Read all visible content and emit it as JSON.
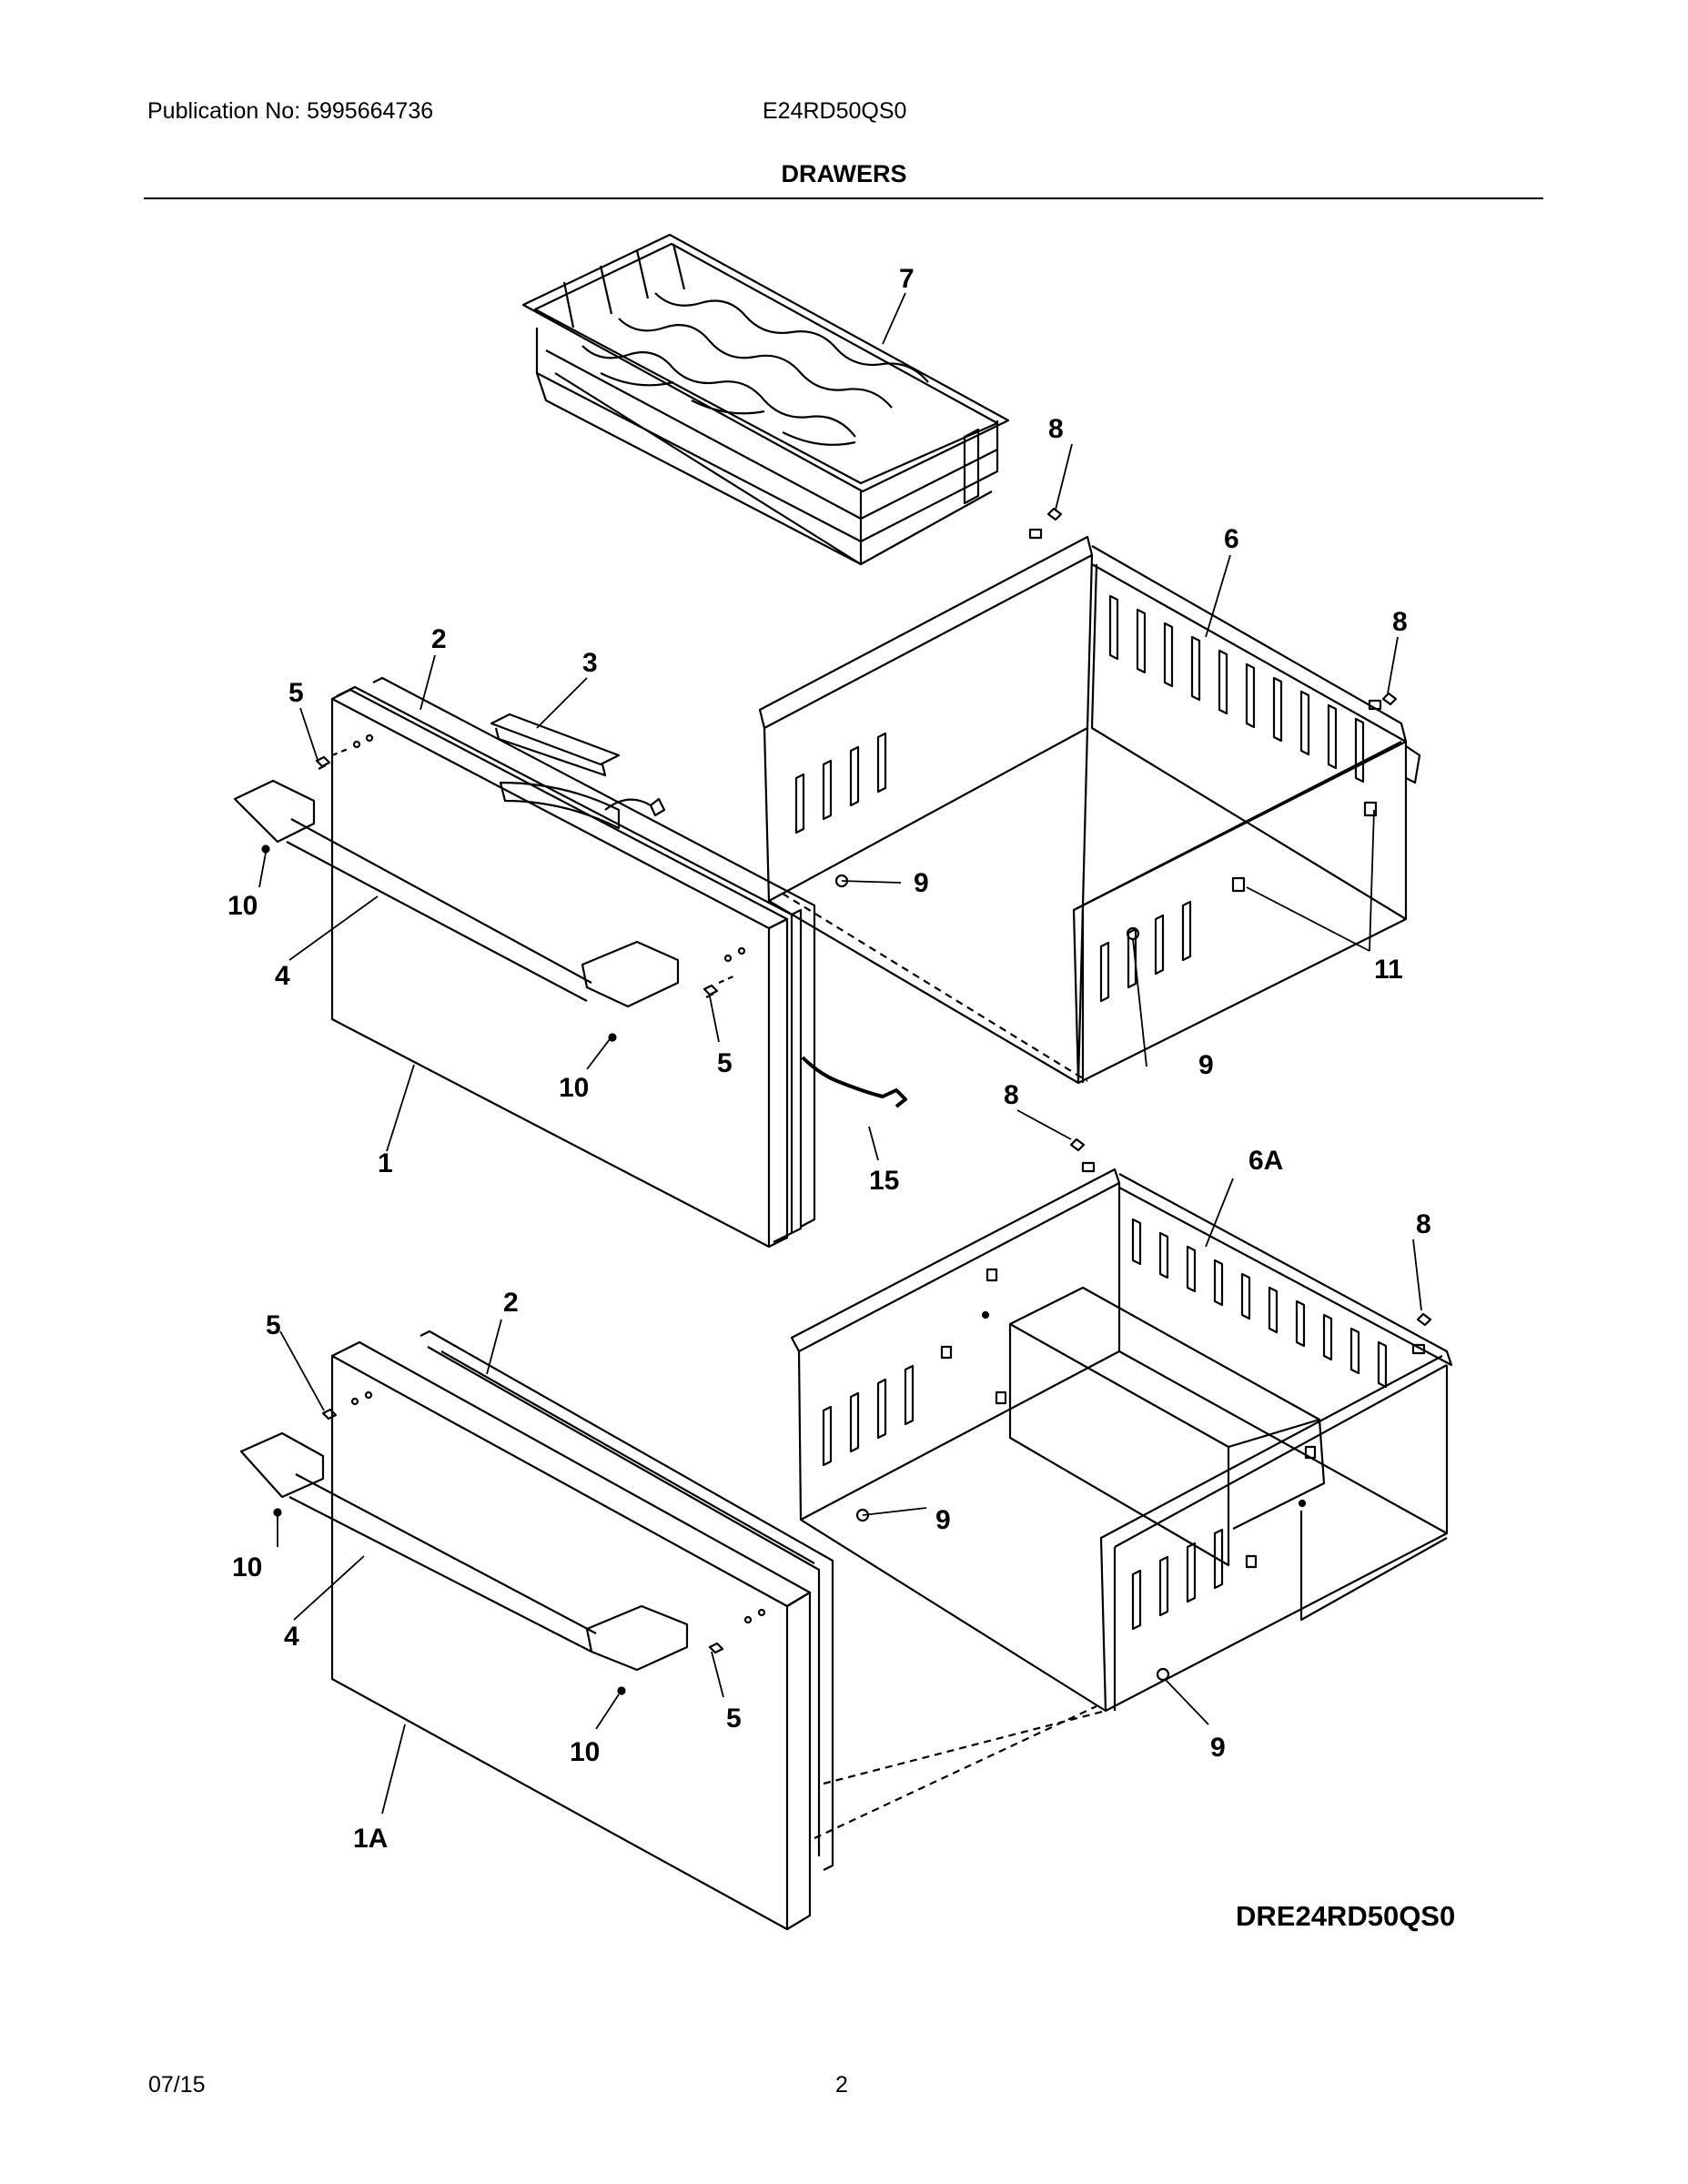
{
  "header": {
    "publication": "Publication No: 5995664736",
    "model": "E24RD50QS0",
    "title": "DRAWERS"
  },
  "diagram_id": "DRE24RD50QS0",
  "footer": {
    "date": "07/15",
    "page": "2"
  },
  "callouts": {
    "c7": "7",
    "c8a": "8",
    "c6": "6",
    "c8b": "8",
    "c2a": "2",
    "c3": "3",
    "c5a": "5",
    "c10a": "10",
    "c4a": "4",
    "c9a": "9",
    "c11": "11",
    "c9b": "9",
    "c5b": "5",
    "c10b": "10",
    "c1": "1",
    "c15": "15",
    "c8c": "8",
    "c6A": "6A",
    "c8d": "8",
    "c2b": "2",
    "c5c": "5",
    "c10c": "10",
    "c9c": "9",
    "c4b": "4",
    "c5d": "5",
    "c10d": "10",
    "c9d": "9",
    "c1A": "1A"
  }
}
